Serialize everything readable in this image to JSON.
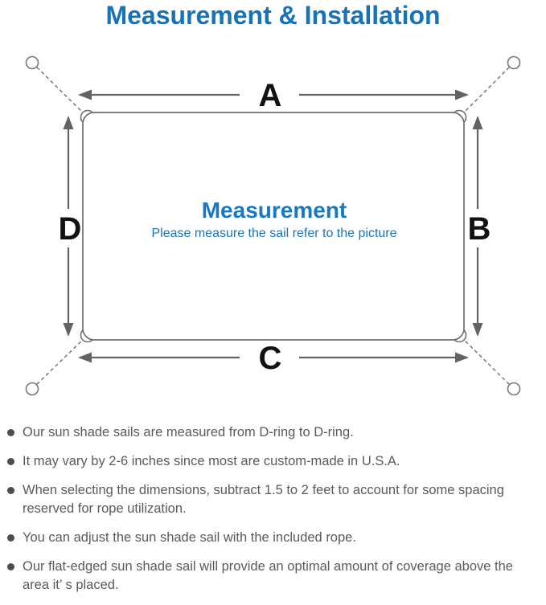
{
  "title": "Measurement & Installation",
  "diagram": {
    "center_heading": "Measurement",
    "center_subtitle": "Please measure the sail refer to the picture",
    "labels": {
      "top": "A",
      "right": "B",
      "bottom": "C",
      "left": "D"
    },
    "colors": {
      "title_blue": "#1573b9",
      "center_blue": "#1878c2",
      "line_gray": "#6f6f6f",
      "arrow_gray": "#636363",
      "note_gray": "#5a5a5a",
      "label_black": "#121212"
    }
  },
  "notes": {
    "items": [
      "Our sun shade sails are measured from D-ring to D-ring.",
      "It may vary by 2-6 inches since most are custom-made in U.S.A.",
      "When selecting the dimensions, subtract 1.5 to 2 feet to account for some spacing reserved for rope utilization.",
      "You can adjust the sun shade sail with the included rope.",
      "Our flat-edged sun shade sail will provide an optimal amount of coverage above the area it’ s placed."
    ]
  }
}
